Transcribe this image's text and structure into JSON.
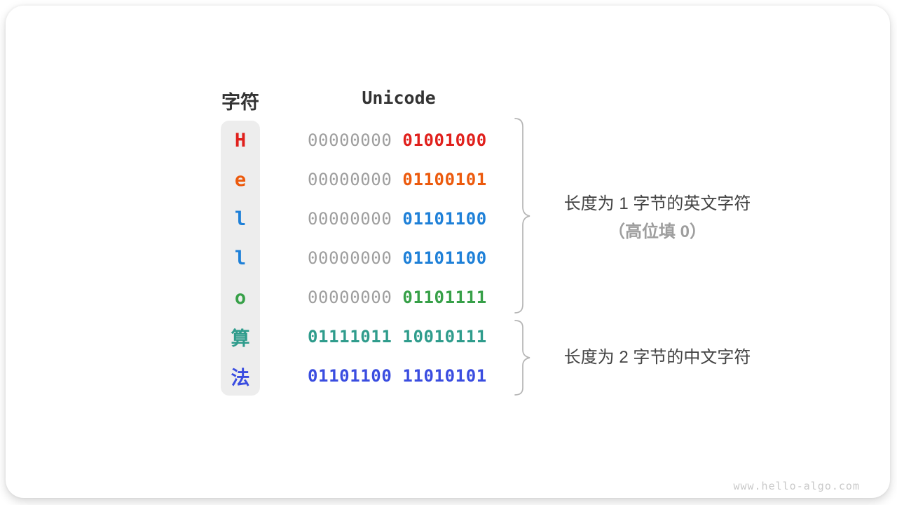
{
  "diagram": {
    "header": {
      "char_col": "字符",
      "unicode_col": "Unicode"
    },
    "rows": [
      {
        "char": "H",
        "high_byte": "00000000",
        "low_byte": "01001000",
        "color": "#e0201c"
      },
      {
        "char": "e",
        "high_byte": "00000000",
        "low_byte": "01100101",
        "color": "#ec5a0d"
      },
      {
        "char": "l",
        "high_byte": "00000000",
        "low_byte": "01101100",
        "color": "#1e80d8"
      },
      {
        "char": "l",
        "high_byte": "00000000",
        "low_byte": "01101100",
        "color": "#1e80d8"
      },
      {
        "char": "o",
        "high_byte": "00000000",
        "low_byte": "01101111",
        "color": "#37a048"
      },
      {
        "char": "算",
        "high_byte": "01111011",
        "low_byte": "10010111",
        "color": "#2f9c8c"
      },
      {
        "char": "法",
        "high_byte": "01101100",
        "low_byte": "11010101",
        "color": "#3a4de0"
      }
    ],
    "annotations": {
      "english": {
        "line1": "长度为 1 字节的英文字符",
        "line2": "（高位填 0）"
      },
      "chinese": {
        "line1": "长度为 2 字节的中文字符"
      }
    },
    "watermark": "www.hello-algo.com",
    "colors": {
      "header_text": "#333333",
      "high_byte_gray": "#9e9e9e",
      "annotation_text": "#424242",
      "annotation_muted": "#9e9e9e",
      "brace": "#b5b5b5",
      "column_bg": "#ededed",
      "watermark": "#c9c9c9"
    }
  }
}
